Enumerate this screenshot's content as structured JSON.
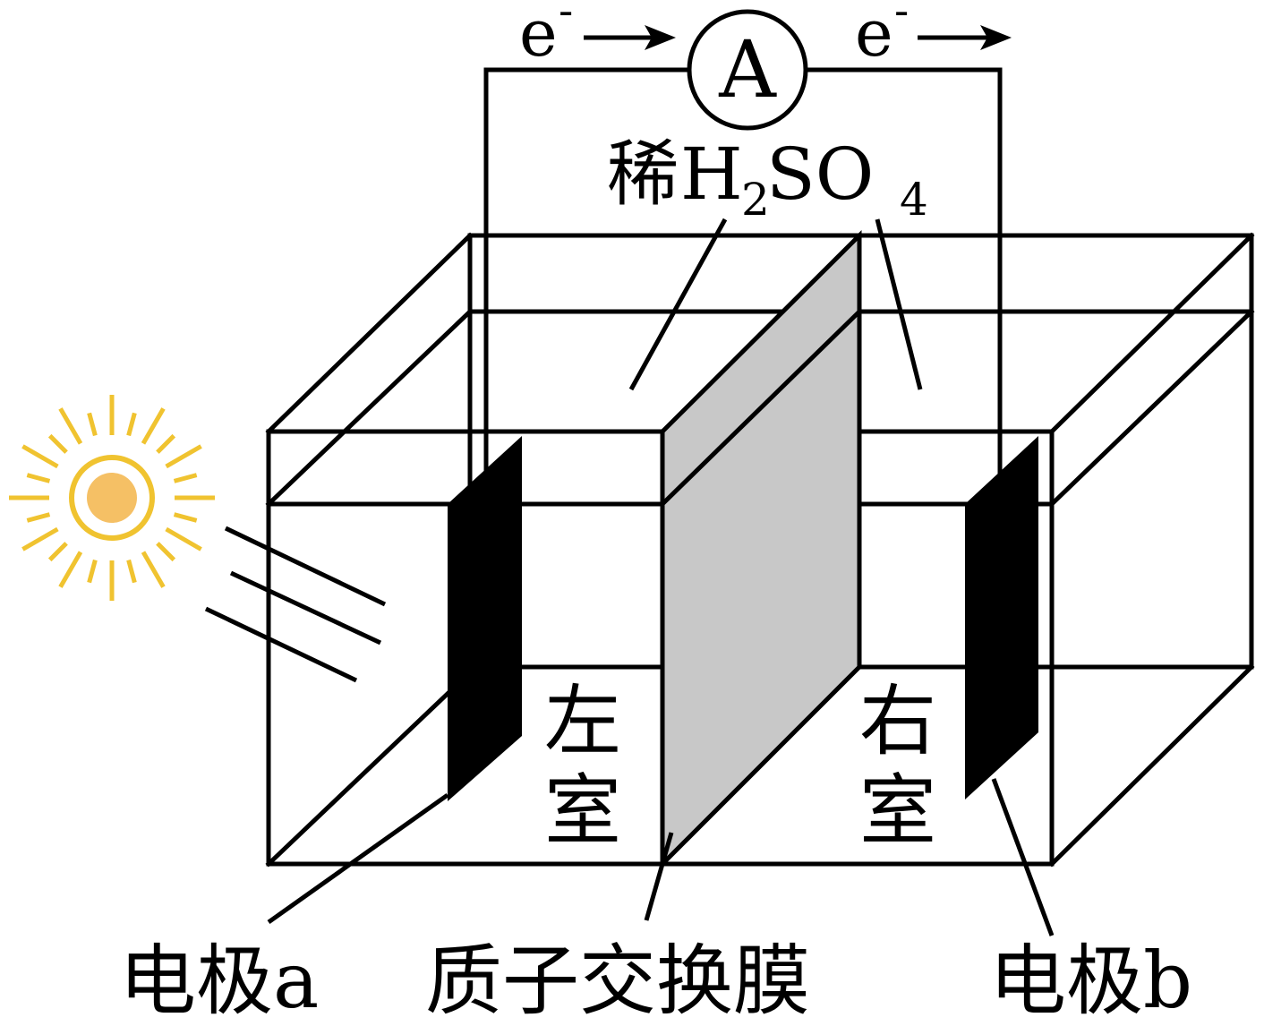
{
  "labels": {
    "electron_left": "e",
    "electron_right": "e",
    "electron_charge": "-",
    "ammeter": "A",
    "acid_prefix": "稀",
    "acid_h": "H",
    "acid_h_sub": "2",
    "acid_so": "SO",
    "acid_o_sub": "4",
    "left_chamber_1": "左",
    "left_chamber_2": "室",
    "right_chamber_1": "右",
    "right_chamber_2": "室",
    "electrode_a": "电极a",
    "membrane": "质子交换膜",
    "electrode_b": "电极b"
  },
  "colors": {
    "membrane": "#c8c8c8",
    "sun_ray": "#f0c330",
    "sun_core": "#f5c065"
  }
}
